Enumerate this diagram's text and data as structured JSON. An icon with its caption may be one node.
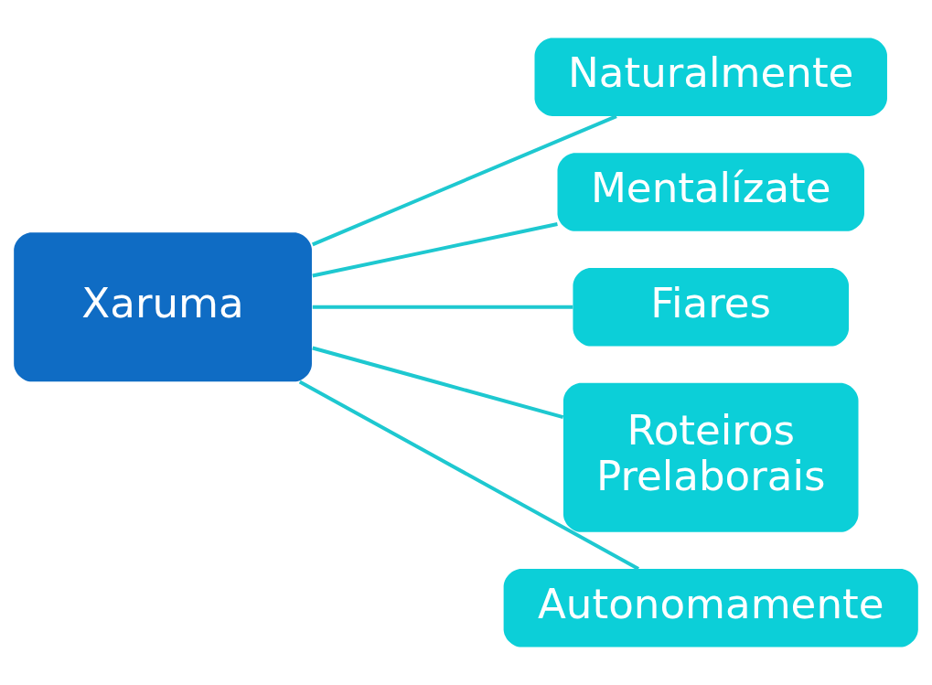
{
  "diagram": {
    "nodes": [
      {
        "text": [
          "Xaruma"
        ]
      },
      {
        "text": [
          "Naturalmente"
        ]
      },
      {
        "text": [
          "Mentalízate"
        ]
      },
      {
        "text": [
          "Fiares"
        ]
      },
      {
        "text": [
          "Roteiros Prelaborais"
        ]
      },
      {
        "text": [
          "Autonomamente"
        ]
      }
    ],
    "edges": [
      {
        "from": 0,
        "to": 1,
        "arrow": "none"
      },
      {
        "from": 0,
        "to": 2,
        "arrow": "none"
      },
      {
        "from": 0,
        "to": 3,
        "arrow": "none"
      },
      {
        "from": 0,
        "to": 4,
        "arrow": "none"
      },
      {
        "from": 0,
        "to": 5,
        "arrow": "none"
      }
    ]
  }
}
